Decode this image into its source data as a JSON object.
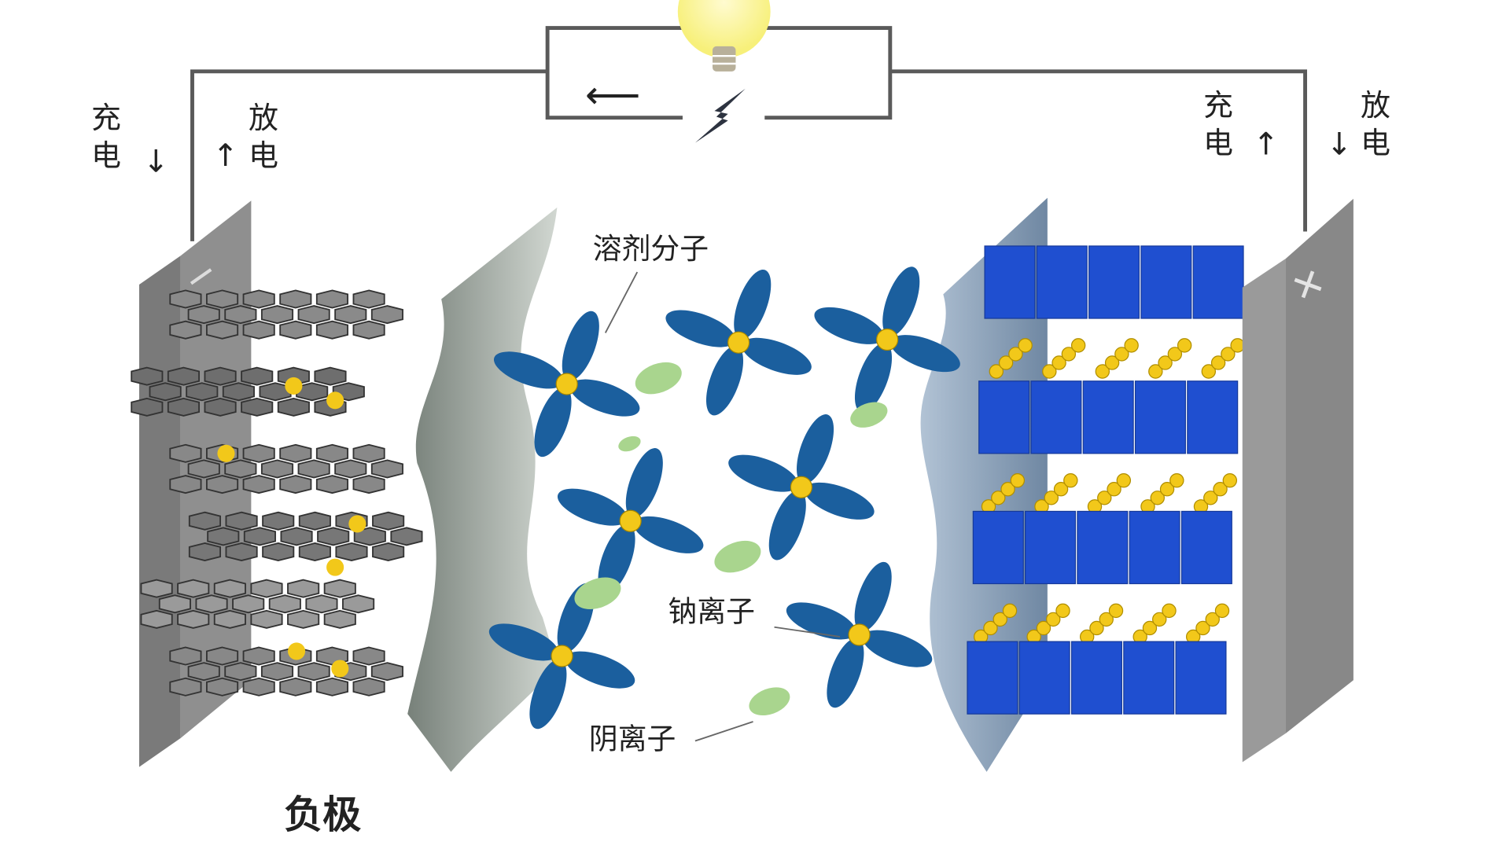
{
  "circuit": {
    "current_arrow": "⟵",
    "left_charge": "充电",
    "left_charge_arrow": "↓",
    "left_discharge": "放电",
    "left_discharge_arrow": "↑",
    "right_charge": "充电",
    "right_charge_arrow": "↑",
    "right_discharge": "放电",
    "right_discharge_arrow": "↓",
    "icons": [
      "light-bulb-icon",
      "lightning-bolt-icon"
    ]
  },
  "electrodes": {
    "negative_sign": "−",
    "positive_sign": "+",
    "negative_label": "负极"
  },
  "annotations": {
    "solvent": "溶剂分子",
    "sodium_ion": "钠离子",
    "anion": "阴离子"
  },
  "colors": {
    "wire": "#5a5a5a",
    "plate": "#8a8a8a",
    "graphite": "#7c7c7c",
    "cathode": "#1f4fd0",
    "sodium": "#f2c81a",
    "solvent": "#1b5f9e",
    "anion": "#a9d58e"
  }
}
